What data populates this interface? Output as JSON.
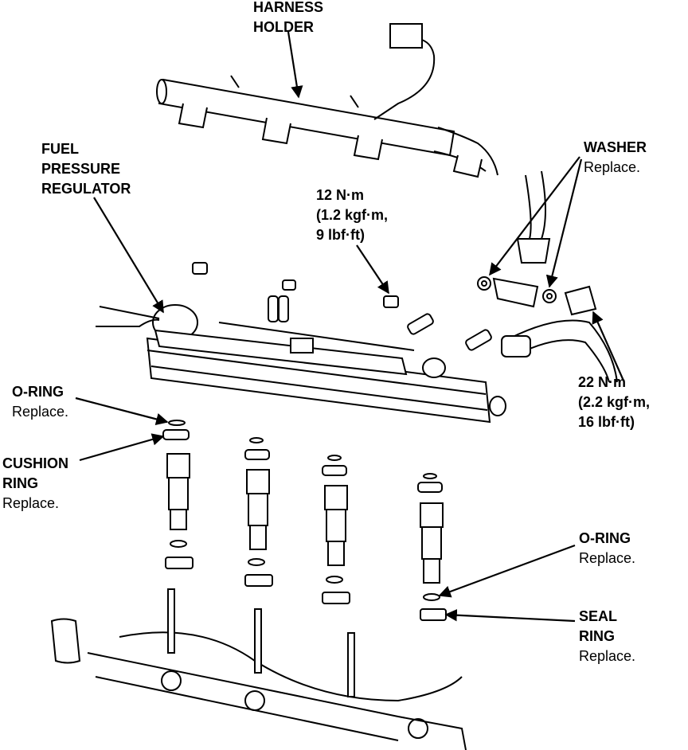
{
  "labels": {
    "harness_holder": {
      "line1": "HARNESS",
      "line2": "HOLDER"
    },
    "fuel_pressure_regulator": {
      "line1": "FUEL",
      "line2": "PRESSURE",
      "line3": "REGULATOR"
    },
    "washer": {
      "title": "WASHER",
      "note": "Replace."
    },
    "torque_12": {
      "line1": "12 N·m",
      "line2": "(1.2 kgf·m,",
      "line3": "9 lbf·ft)"
    },
    "torque_22": {
      "line1": "22 N·m",
      "line2": "(2.2 kgf·m,",
      "line3": "16 lbf·ft)"
    },
    "o_ring_left": {
      "title": "O-RING",
      "note": "Replace."
    },
    "cushion_ring": {
      "line1": "CUSHION",
      "line2": "RING",
      "note": "Replace."
    },
    "o_ring_right": {
      "title": "O-RING",
      "note": "Replace."
    },
    "seal_ring": {
      "line1": "SEAL",
      "line2": "RING",
      "note": "Replace."
    }
  },
  "colors": {
    "ink": "#000000",
    "paper": "#ffffff"
  }
}
